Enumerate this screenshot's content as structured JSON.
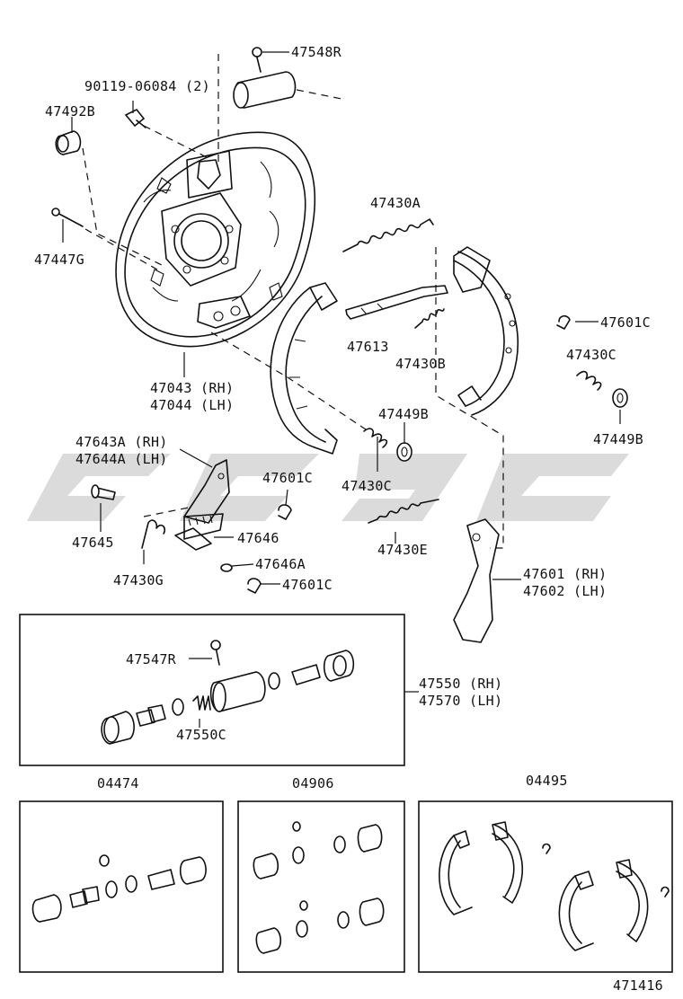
{
  "labels": {
    "p47548R": "47548R",
    "p90119": "90119-06084 (2)",
    "p47492B": "47492B",
    "p47447G": "47447G",
    "p47430A": "47430A",
    "p47043": "47043 (RH)",
    "p47044": "47044 (LH)",
    "p47613": "47613",
    "p47430B": "47430B",
    "p47601C_a": "47601C",
    "p47430C_a": "47430C",
    "p47449B_a": "47449B",
    "p47449B_b": "47449B",
    "p47643A": "47643A (RH)",
    "p47644A": "47644A (LH)",
    "p47601C_b": "47601C",
    "p47430C_b": "47430C",
    "p47645": "47645",
    "p47646": "47646",
    "p47430E": "47430E",
    "p47430G": "47430G",
    "p47646A": "47646A",
    "p47601C_c": "47601C",
    "p47601": "47601 (RH)",
    "p47602": "47602 (LH)",
    "p47547R": "47547R",
    "p47550RH": "47550 (RH)",
    "p47570LH": "47570 (LH)",
    "p47550C": "47550C",
    "kit1": "04474",
    "kit2": "04906",
    "kit3": "04495",
    "figure_no": "471416"
  }
}
